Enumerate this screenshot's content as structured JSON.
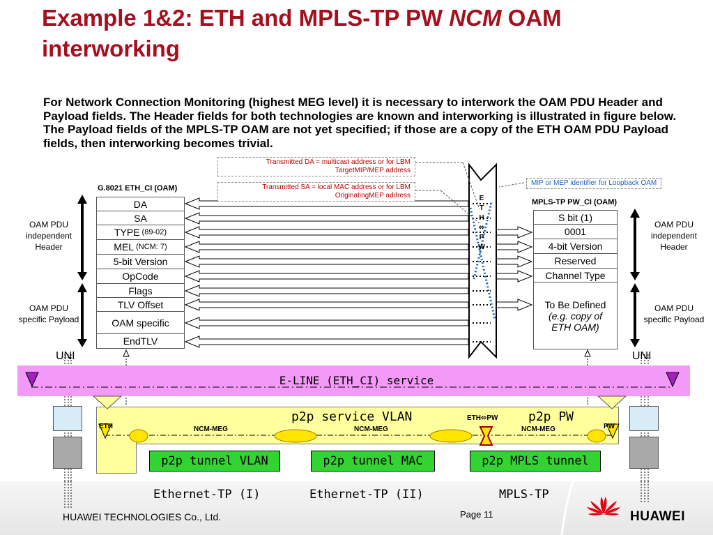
{
  "title": {
    "part1": "Example 1&2: ETH and MPLS-TP PW ",
    "ncm": "NCM",
    "part2": " OAM interworking"
  },
  "intro": "For Network Connection Monitoring (highest MEG level) it is necessary to interwork the OAM PDU Header and Payload fields. The Header fields for both technologies are known and interworking is illustrated in figure below. The Payload fields of the MPLS-TP OAM are not yet specified; if those are a copy of the ETH OAM PDU Payload fields, then interworking becomes trivial.",
  "notes": {
    "da_line1": "Transmitted DA = multicast address or for LBM",
    "da_line2": "TargetMIP/MEP address",
    "sa_line1": "Transmitted SA = local MAC address or for LBM",
    "sa_line2": "OriginatingMEP address",
    "mip": "MIP or MEP identifier for Loopback OAM"
  },
  "eth_stack": {
    "title": "G.8021 ETH_CI (OAM)",
    "fields": [
      {
        "label": "DA",
        "sub": ""
      },
      {
        "label": "SA",
        "sub": ""
      },
      {
        "label": "TYPE",
        "sub": "(89-02)"
      },
      {
        "label": "MEL",
        "sub": "(NCM: 7)"
      },
      {
        "label": "5-bit Version",
        "sub": ""
      },
      {
        "label": "OpCode",
        "sub": ""
      },
      {
        "label": "Flags",
        "sub": ""
      },
      {
        "label": "TLV Offset",
        "sub": ""
      },
      {
        "label": "OAM specific",
        "sub": ""
      },
      {
        "label": "EndTLV",
        "sub": ""
      }
    ]
  },
  "pw_stack": {
    "title": "MPLS-TP PW_CI (OAM)",
    "fields": [
      "S bit (1)",
      "0001",
      "4-bit Version",
      "Reserved",
      "Channel Type"
    ],
    "tbd_line1": "To Be Defined",
    "tbd_line2": "(e.g. copy of",
    "tbd_line3": "ETH OAM)"
  },
  "conversion": {
    "letters": [
      "E",
      "T",
      "H",
      "⬄",
      "P",
      "W"
    ]
  },
  "side_labels": {
    "left_header": "OAM PDU independent Header",
    "left_payload": "OAM PDU specific Payload",
    "right_header": "OAM PDU independent Header",
    "right_payload": "OAM PDU specific Payload"
  },
  "uni": {
    "left": "UNI",
    "right": "UNI"
  },
  "eline": "E-LINE (ETH_CI) service",
  "service": {
    "vlan": "p2p service VLAN",
    "eth_pw": "ETH⬄PW",
    "pw": "p2p PW",
    "eth_tag": "ETH",
    "pw_tag": "PW",
    "meg1": "NCM-MEG",
    "meg2": "NCM-MEG",
    "meg3": "NCM-MEG"
  },
  "tunnels": {
    "vlan": "p2p tunnel VLAN",
    "mac": "p2p tunnel MAC",
    "mpls": "p2p MPLS tunnel"
  },
  "layers": {
    "eth1": "Ethernet-TP (I)",
    "eth2": "Ethernet-TP (II)",
    "mpls": "MPLS-TP"
  },
  "footer": {
    "company": "HUAWEI TECHNOLOGIES Co., Ltd.",
    "page": "Page 11",
    "brand": "HUAWEI"
  },
  "colors": {
    "title": "#a50f1e",
    "eline": "#f399f7",
    "yellow": "#ffff9e",
    "green": "#32d432",
    "blue_link": "#1f5fc4",
    "triangle": "#a020c0"
  }
}
